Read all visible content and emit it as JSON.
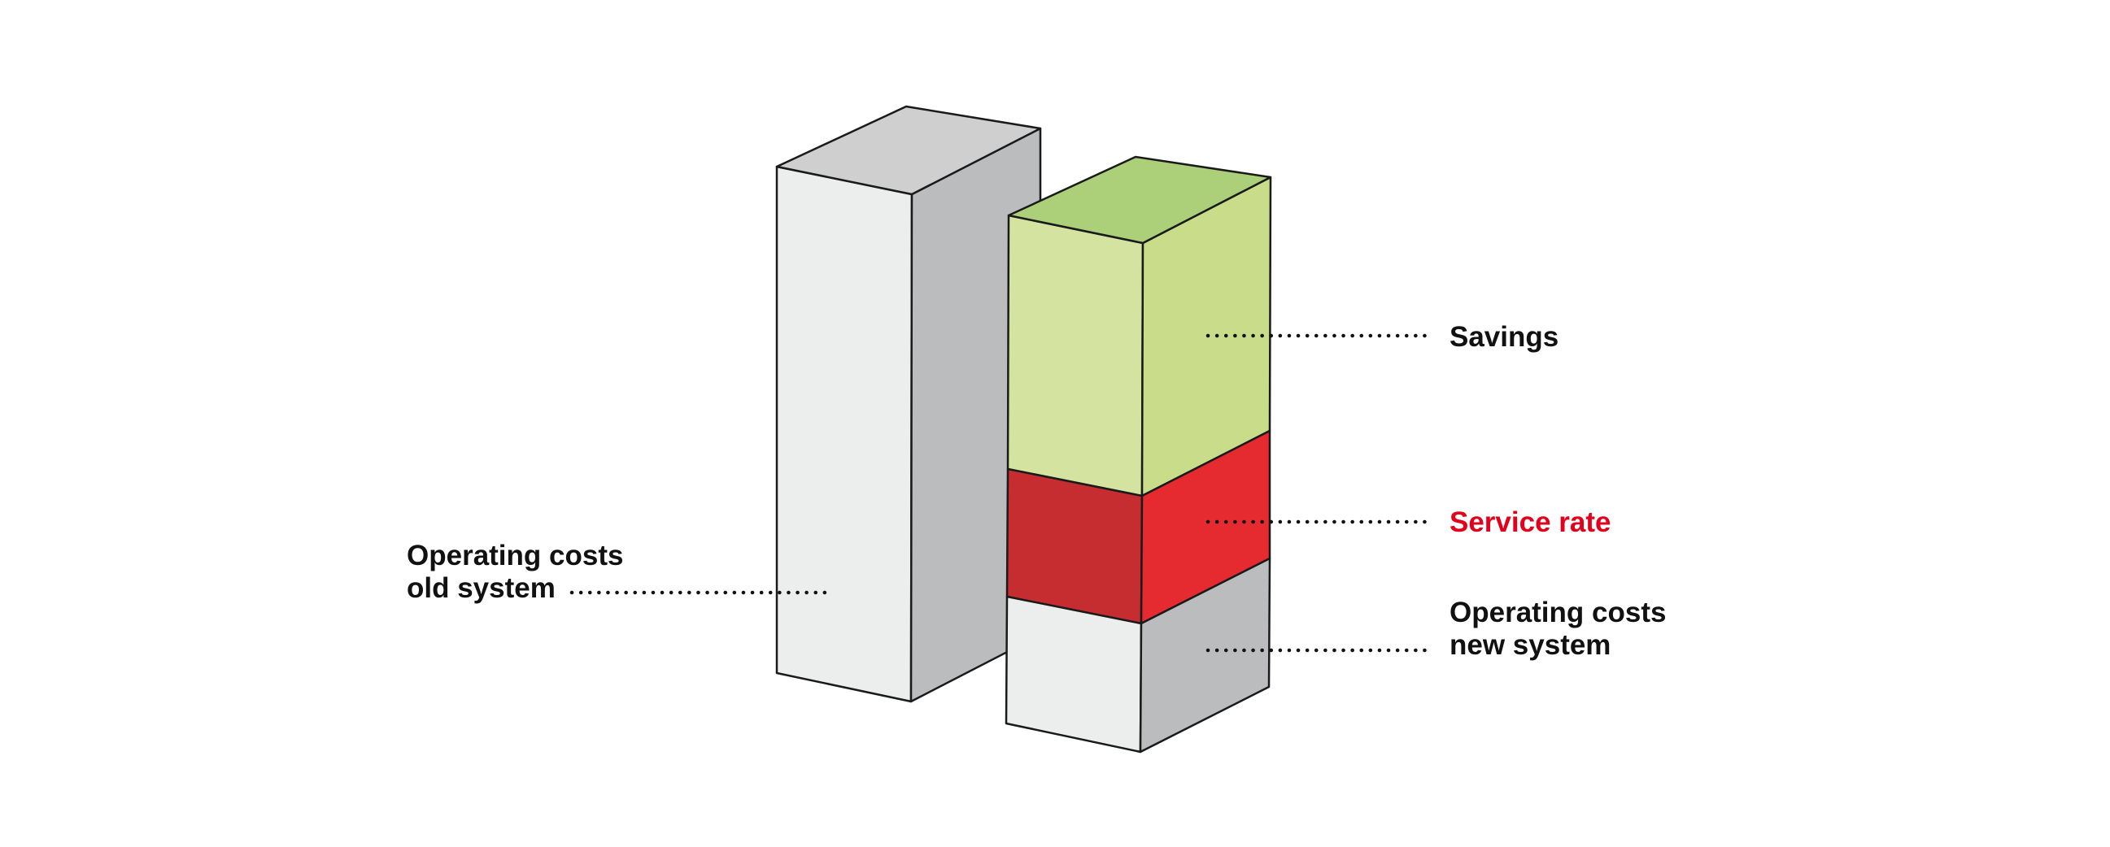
{
  "labels": {
    "savings": "Savings",
    "service_rate": "Service rate",
    "old_line1": "Operating costs",
    "old_line2": "old system",
    "new_line1": "Operating costs",
    "new_line2": "new system"
  },
  "colors": {
    "outline": "#1a1a1a",
    "grey_front": "#eceeed",
    "grey_side": "#bbbcbe",
    "grey_top": "#cfcfcf",
    "green_front": "#d4e4a0",
    "green_side": "#c8dc8a",
    "green_top": "#acd07a",
    "red_front": "#c52d30",
    "red_side": "#e52b2f",
    "label_text": "#111111",
    "service_rate_text": "#e3001b"
  }
}
